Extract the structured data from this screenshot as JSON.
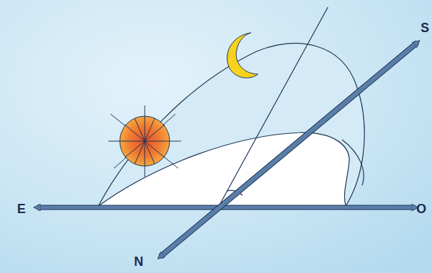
{
  "diagram": {
    "labels": [
      "E",
      "O",
      "N",
      "S"
    ]
  }
}
